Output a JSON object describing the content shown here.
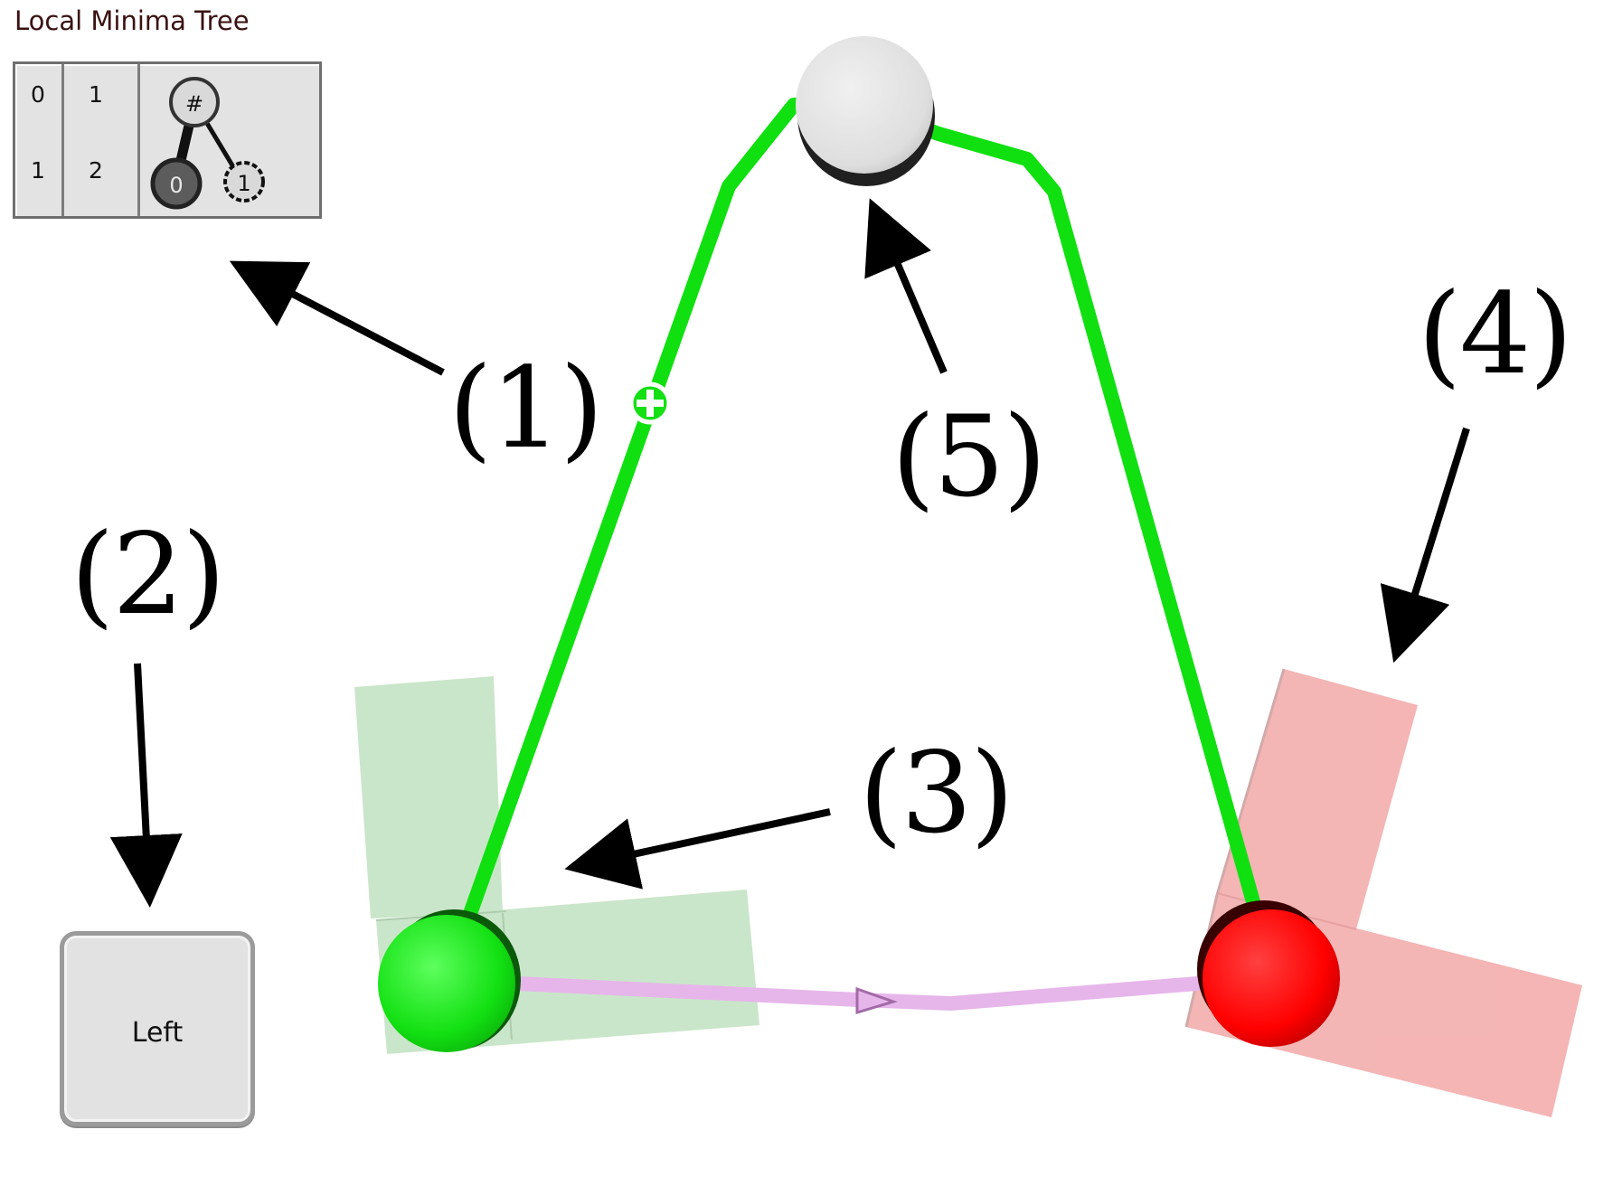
{
  "local_minima_tree": {
    "title": "Local Minima Tree",
    "table": {
      "columns": [
        {
          "rows": [
            "0",
            "1"
          ]
        },
        {
          "rows": [
            "1",
            "2"
          ]
        }
      ]
    },
    "nodes": {
      "root": "#",
      "child_a": "0",
      "child_b": "1"
    }
  },
  "left_key": {
    "label": "Left"
  },
  "callouts": [
    "(1)",
    "(2)",
    "(3)",
    "(4)",
    "(5)"
  ],
  "colors": {
    "path_green": "#10e010",
    "start_green": "#16e016",
    "goal_red": "#ff0000",
    "start_shape_fill": "#c8e6c8",
    "goal_shape_fill": "#f5b0b0",
    "arrow_pink": "#e8b8ec",
    "waypoint_gray": "#e2e2e2"
  },
  "icons": {
    "add_waypoint": "plus-circle-icon",
    "start_node": "start-circle-icon",
    "goal_node": "goal-circle-icon",
    "waypoint_node": "waypoint-circle-icon"
  }
}
